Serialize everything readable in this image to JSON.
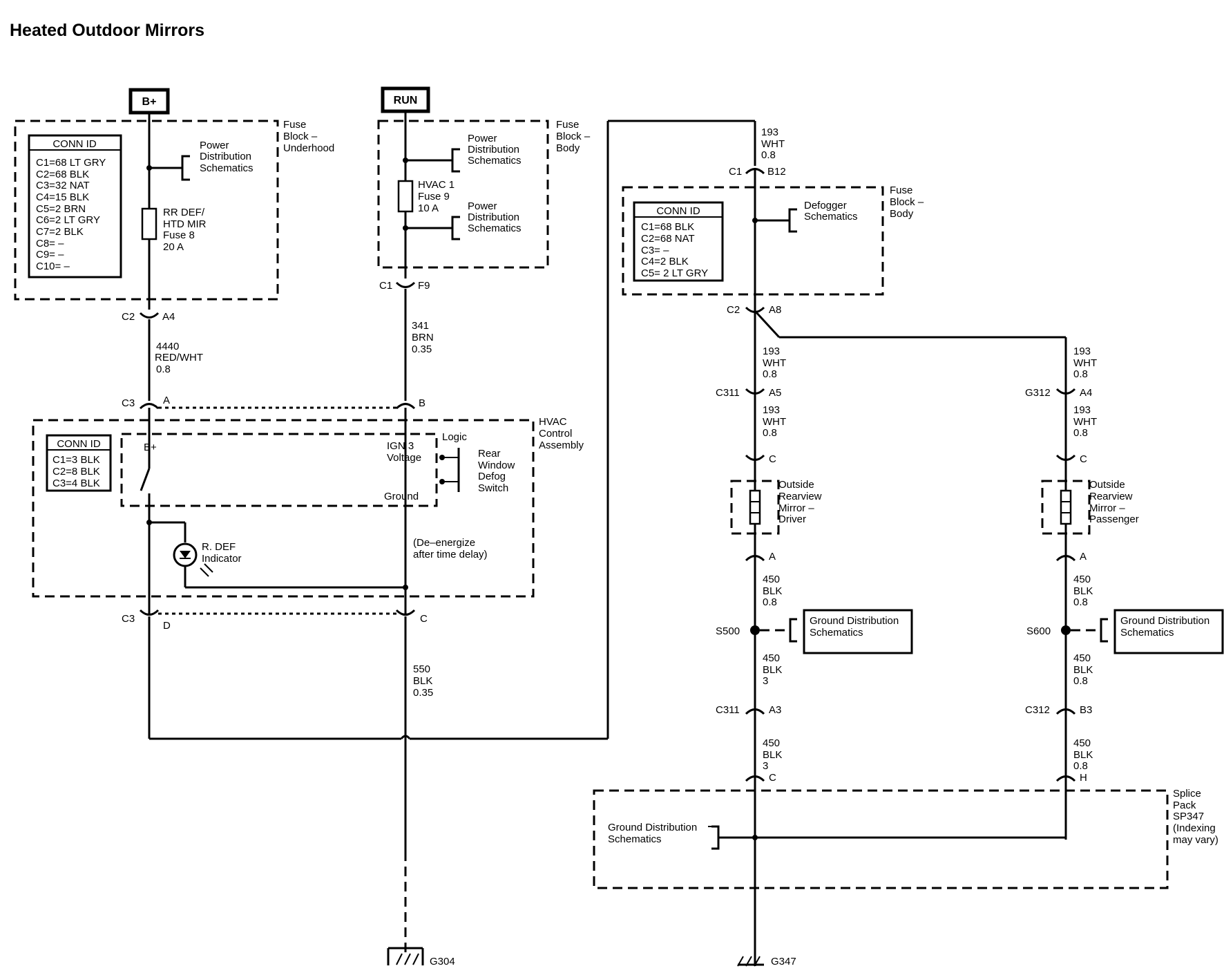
{
  "title": "Heated Outdoor Mirrors",
  "power_sources": {
    "batt": "B+",
    "run": "RUN"
  },
  "fuse_block_underhood": {
    "label": [
      "Fuse",
      "Block –",
      "Underhood"
    ],
    "conn_id_title": "CONN ID",
    "conn_ids": [
      "C1=68 LT GRY",
      "C2=68 BLK",
      "C3=32 NAT",
      "C4=15 BLK",
      "C5=2 BRN",
      "C6=2 LT GRY",
      "C7=2 BLK",
      "C8= –",
      "C9= –",
      "C10= –"
    ],
    "power_dist": [
      "Power",
      "Distribution",
      "Schematics"
    ],
    "fuse": [
      "RR DEF/",
      "HTD MIR",
      "Fuse 8",
      "20 A"
    ]
  },
  "fuse_block_body_run": {
    "label": [
      "Fuse",
      "Block –",
      "Body"
    ],
    "power_dist_1": [
      "Power",
      "Distribution",
      "Schematics"
    ],
    "power_dist_2": [
      "Power",
      "Distribution",
      "Schematics"
    ],
    "fuse": [
      "HVAC 1",
      "Fuse 9",
      "10 A"
    ]
  },
  "fuse_block_body_right": {
    "label": [
      "Fuse",
      "Block –",
      "Body"
    ],
    "conn_id_title": "CONN ID",
    "conn_ids": [
      "C1=68 BLK",
      "C2=68 NAT",
      "C3= –",
      "C4=2 BLK",
      "C5= 2 LT GRY"
    ],
    "defogger": [
      "Defogger",
      "Schematics"
    ]
  },
  "connectors": {
    "c2_a4": [
      "C2",
      "A4"
    ],
    "c1_f9": [
      "C1",
      "F9"
    ],
    "c1_b12": [
      "C1",
      "B12"
    ],
    "c2_a8": [
      "C2",
      "A8"
    ],
    "c3_a": [
      "C3",
      "A"
    ],
    "b": "B",
    "c3_d": [
      "C3",
      "D"
    ],
    "c": "C",
    "c311_a5": [
      "C311",
      "A5"
    ],
    "g312_a4": [
      "G312",
      "A4"
    ],
    "drv_c": "C",
    "pass_c": "C",
    "drv_a": "A",
    "pass_a": "A",
    "c311_a3": [
      "C311",
      "A3"
    ],
    "c312_b3": [
      "C312",
      "B3"
    ],
    "sp_c": "C",
    "sp_h": "H"
  },
  "wires": {
    "w4440": [
      "4440",
      "RED/WHT",
      "0.8"
    ],
    "w341": [
      "341",
      "BRN",
      "0.35"
    ],
    "w550": [
      "550",
      "BLK",
      "0.35"
    ],
    "w193_top": [
      "193",
      "WHT",
      "0.8"
    ],
    "w193_drv_1": [
      "193",
      "WHT",
      "0.8"
    ],
    "w193_drv_2": [
      "193",
      "WHT",
      "0.8"
    ],
    "w193_pass_1": [
      "193",
      "WHT",
      "0.8"
    ],
    "w193_pass_2": [
      "193",
      "WHT",
      "0.8"
    ],
    "w450_drv_1": [
      "450",
      "BLK",
      "0.8"
    ],
    "w450_drv_2": [
      "450",
      "BLK",
      "3"
    ],
    "w450_drv_3": [
      "450",
      "BLK",
      "3"
    ],
    "w450_pass_1": [
      "450",
      "BLK",
      "0.8"
    ],
    "w450_pass_2": [
      "450",
      "BLK",
      "0.8"
    ],
    "w450_pass_3": [
      "450",
      "BLK",
      "0.8"
    ]
  },
  "hvac_control": {
    "label": [
      "HVAC",
      "Control",
      "Assembly"
    ],
    "conn_id_title": "CONN ID",
    "conn_ids": [
      "C1=3 BLK",
      "C2=8 BLK",
      "C3=4 BLK"
    ],
    "bplus": "B+",
    "logic": "Logic",
    "ign3": [
      "IGN 3",
      "Voltage"
    ],
    "ground": "Ground",
    "switch": [
      "Rear",
      "Window",
      "Defog",
      "Switch"
    ],
    "indicator": [
      "R. DEF",
      "Indicator"
    ],
    "note": [
      "(De–energize",
      "after time delay)"
    ]
  },
  "mirror_driver": [
    "Outside",
    "Rearview",
    "Mirror –",
    "Driver"
  ],
  "mirror_passenger": [
    "Outside",
    "Rearview",
    "Mirror –",
    "Passenger"
  ],
  "splices": {
    "s500": "S500",
    "s600": "S600"
  },
  "ground_dist_drv": [
    "Ground Distribution",
    "Schematics"
  ],
  "ground_dist_pass": [
    "Ground Distribution",
    "Schematics"
  ],
  "splice_pack": {
    "label": [
      "Splice",
      "Pack",
      "SP347",
      "(Indexing",
      "may vary)"
    ],
    "ground_dist": [
      "Ground Distribution",
      "Schematics"
    ]
  },
  "grounds": {
    "g304": "G304",
    "g347": "G347"
  }
}
